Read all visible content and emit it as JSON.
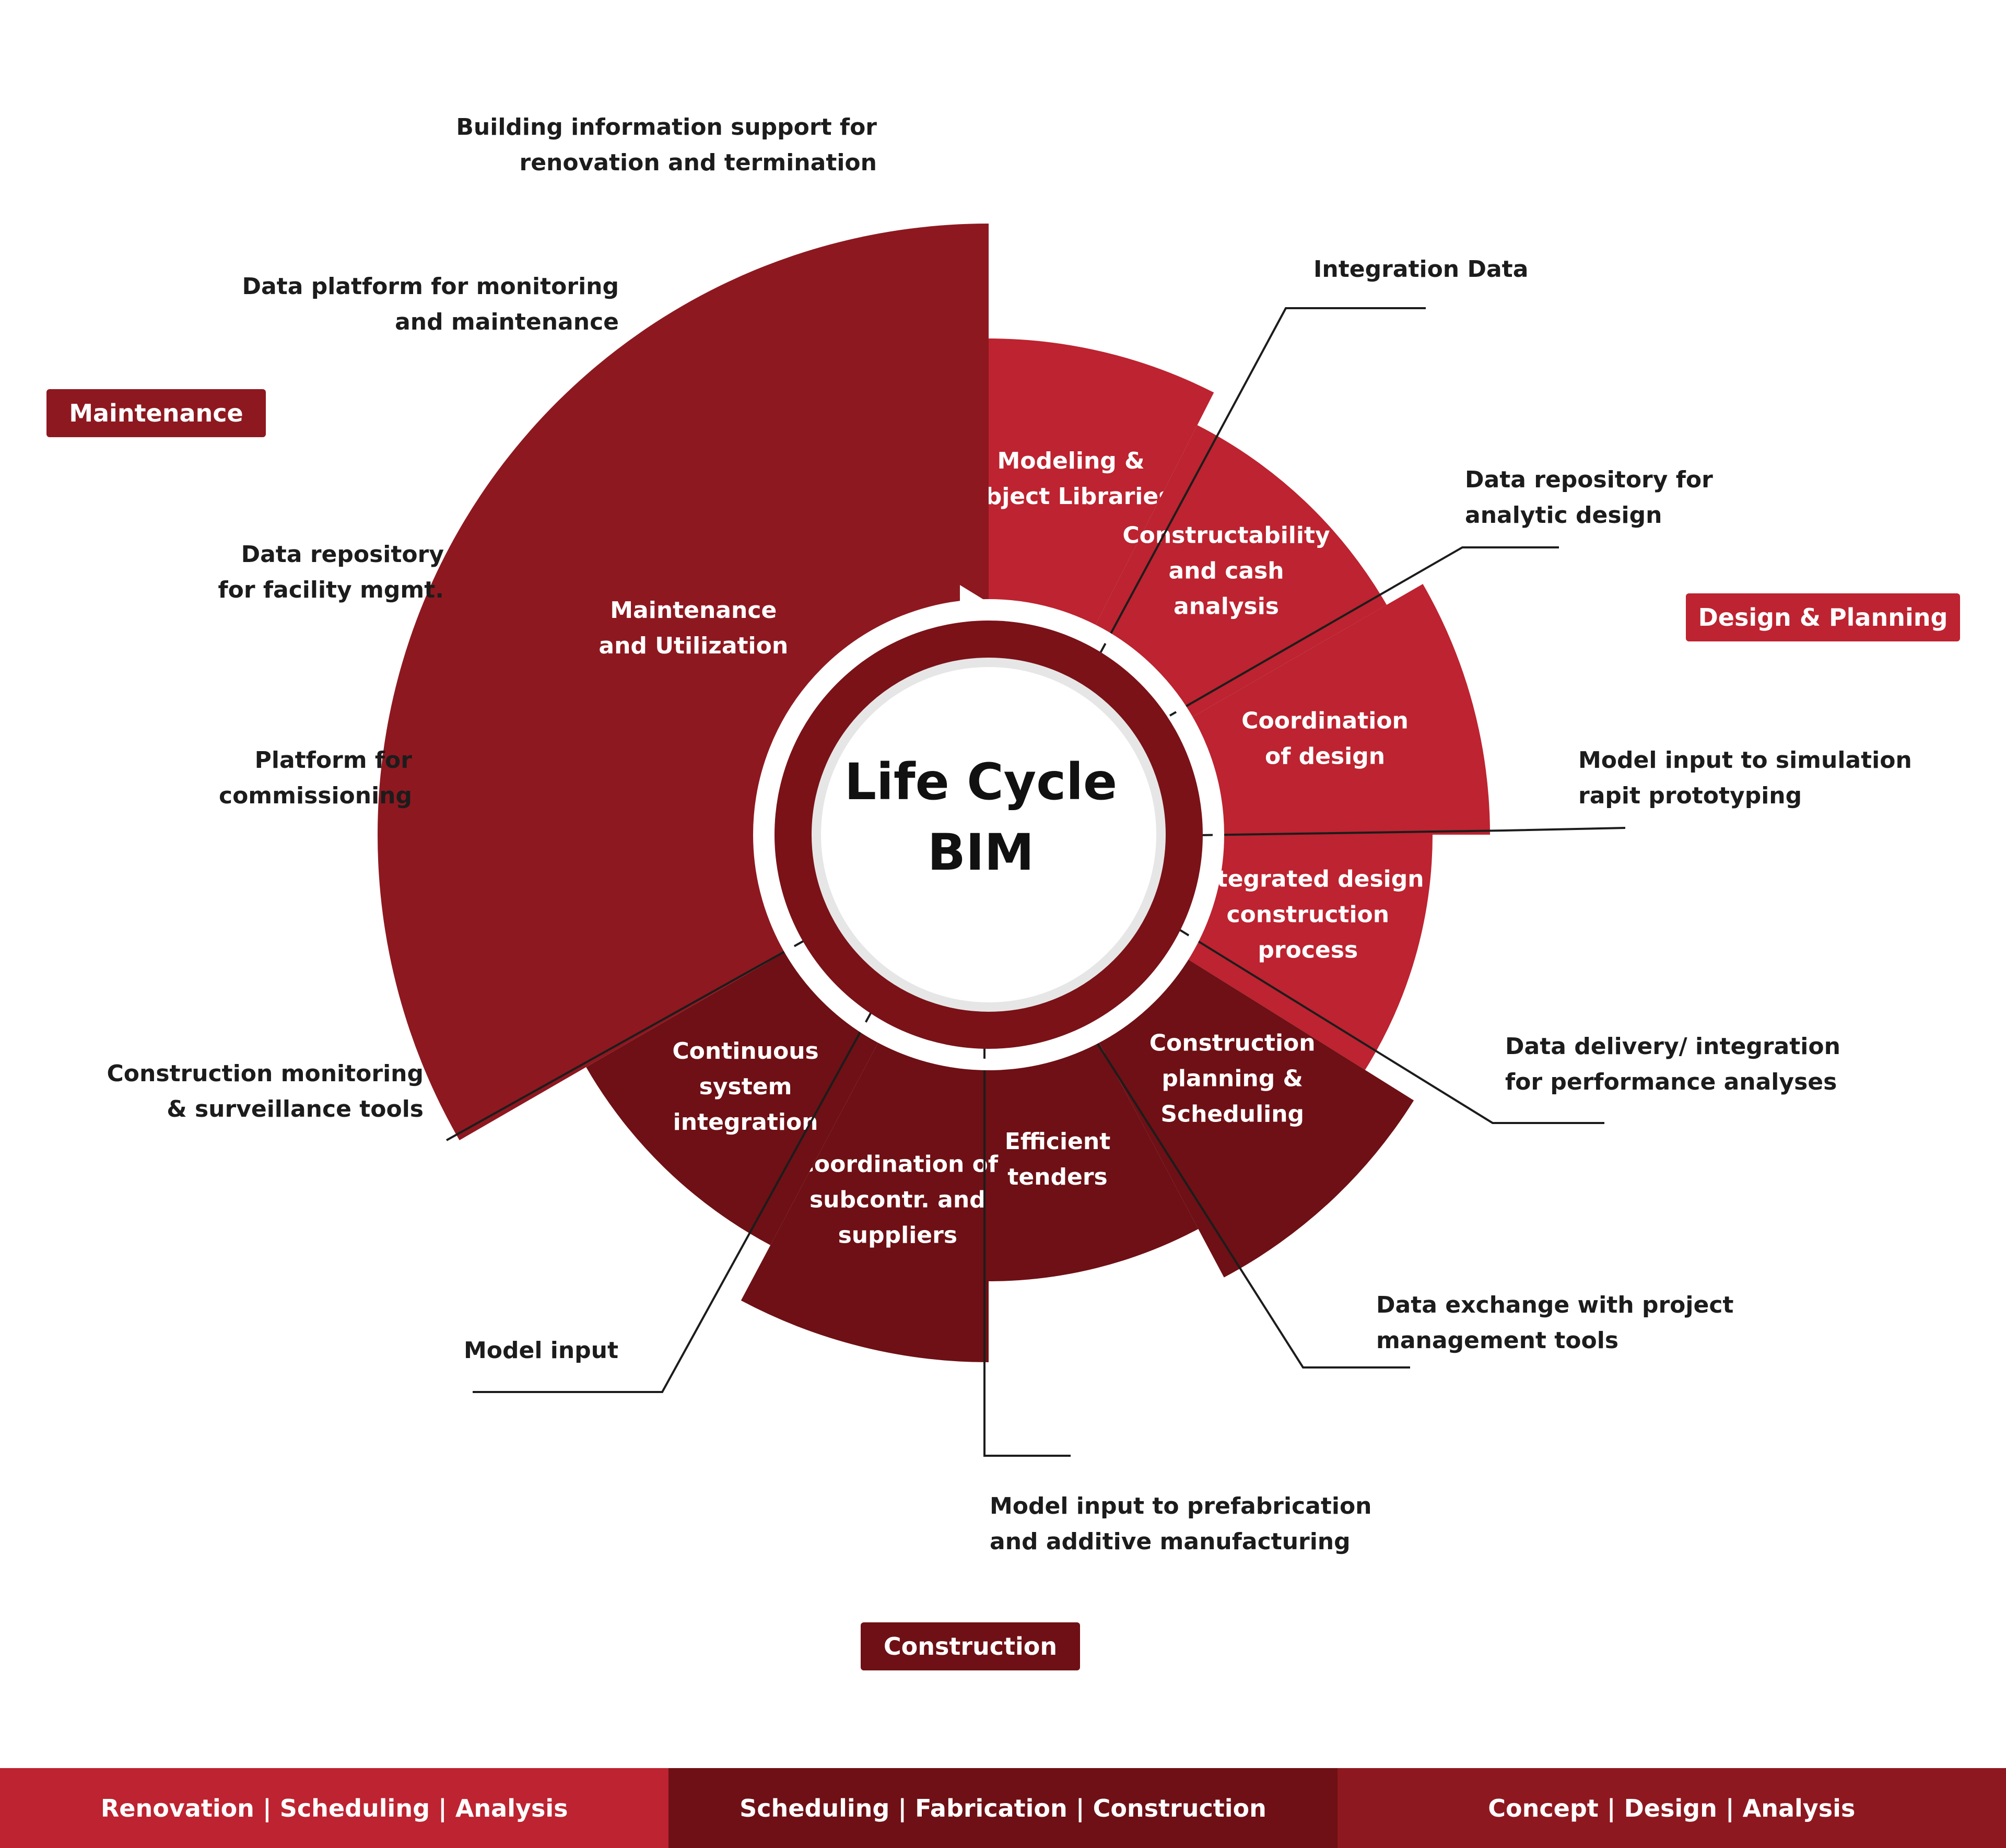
{
  "center": {
    "line1": "Life Cycle",
    "line2": "BIM"
  },
  "segments": [
    {
      "id": "modeling",
      "lines": [
        "Modeling &",
        "object Libraries"
      ],
      "phase": "design"
    },
    {
      "id": "constructability",
      "lines": [
        "Constructability",
        "and cash",
        "analysis"
      ],
      "phase": "design"
    },
    {
      "id": "coordination-design",
      "lines": [
        "Coordination",
        "of design"
      ],
      "phase": "design"
    },
    {
      "id": "integrated-design",
      "lines": [
        "Integrated design",
        "construction",
        "process"
      ],
      "phase": "design"
    },
    {
      "id": "construction-planning",
      "lines": [
        "Construction",
        "planning &",
        "Scheduling"
      ],
      "phase": "construction"
    },
    {
      "id": "efficient-tenders",
      "lines": [
        "Efficient",
        "tenders"
      ],
      "phase": "construction"
    },
    {
      "id": "coordination-subcontr",
      "lines": [
        "Coordination of",
        "subcontr. and",
        "suppliers"
      ],
      "phase": "construction"
    },
    {
      "id": "continuous-integration",
      "lines": [
        "Continuous",
        "system",
        "integration"
      ],
      "phase": "construction"
    },
    {
      "id": "maintenance-utilization",
      "lines": [
        "Maintenance",
        "and Utilization"
      ],
      "phase": "maintenance"
    }
  ],
  "notes": {
    "building_info": "Building information support for\nrenovation and termination",
    "data_platform": "Data platform for monitoring\nand maintenance",
    "data_repo_facility": "Data repository\nfor facility mgmt.",
    "platform_commissioning": "Platform for\ncommissioning",
    "construction_monitoring": "Construction monitoring\n& surveillance tools",
    "model_input": "Model input",
    "model_input_prefab": "Model input to prefabrication\nand additive manufacturing",
    "data_exchange": "Data exchange with project\nmanagement tools",
    "data_delivery": "Data delivery/ integration\nfor performance analyses",
    "model_input_sim": "Model input to simulation\nrapit prototyping",
    "data_repo_analytic": "Data repository for\nanalytic design",
    "integration_data": "Integration Data"
  },
  "phases": {
    "maintenance": "Maintenance",
    "design": "Design  & Planning",
    "construction": "Construction"
  },
  "footer": [
    "Renovation | Scheduling | Analysis",
    "Scheduling | Fabrication | Construction",
    "Concept | Design | Analysis"
  ],
  "colors": {
    "design": "#bd2330",
    "maintenance": "#8e1820",
    "construction": "#6e1015",
    "footer_left": "#bd2330",
    "footer_mid": "#6e1015",
    "footer_right": "#8e1820"
  }
}
